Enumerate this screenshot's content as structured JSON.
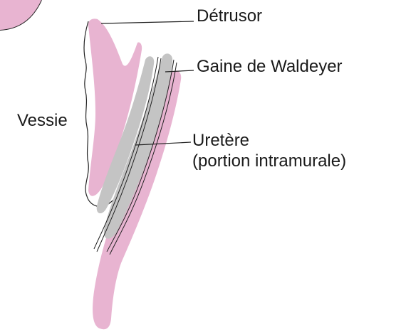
{
  "labels": {
    "detrusor": "Détrusor",
    "waldeyer_sheath": "Gaine de Waldeyer",
    "bladder": "Vessie",
    "ureter_line1": "Uretère",
    "ureter_line2": "(portion intramurale)"
  },
  "colors": {
    "muscle_pink": "#e8b4d1",
    "ureter_gray": "#c4c4c4",
    "outline": "#222222"
  }
}
